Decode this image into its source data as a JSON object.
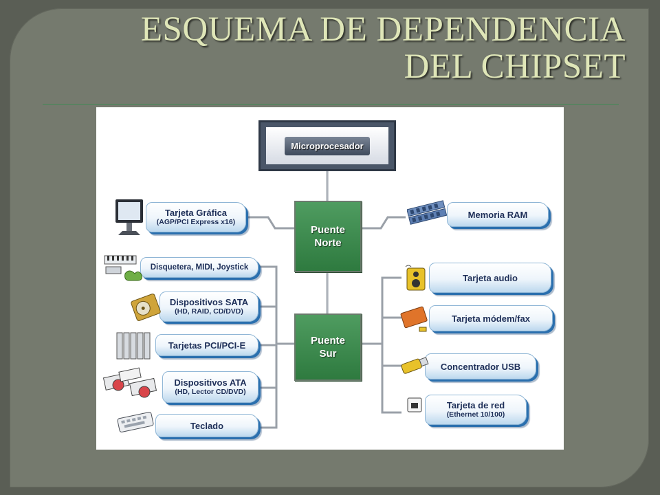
{
  "slide": {
    "title_line1": "ESQUEMA DE DEPENDENCIA",
    "title_line2": "DEL CHIPSET"
  },
  "diagram": {
    "cpu": "Microprocesador",
    "north_bridge": {
      "line1": "Puente",
      "line2": "Norte"
    },
    "south_bridge": {
      "line1": "Puente",
      "line2": "Sur"
    },
    "graphics": {
      "label": "Tarjeta Gráfica",
      "sub": "(AGP/PCI Express x16)"
    },
    "ram": {
      "label": "Memoria RAM"
    },
    "left_devices": [
      {
        "label": "Disquetera, MIDI, Joystick",
        "sub": ""
      },
      {
        "label": "Dispositivos SATA",
        "sub": "(HD, RAID, CD/DVD)"
      },
      {
        "label": "Tarjetas PCI/PCI-E",
        "sub": ""
      },
      {
        "label": "Dispositivos ATA",
        "sub": "(HD, Lector CD/DVD)"
      },
      {
        "label": "Teclado",
        "sub": ""
      }
    ],
    "right_devices": [
      {
        "label": "Tarjeta audio",
        "sub": ""
      },
      {
        "label": "Tarjeta módem/fax",
        "sub": ""
      },
      {
        "label": "Concentrador USB",
        "sub": ""
      },
      {
        "label": "Tarjeta de red",
        "sub": "(Ethernet 10/100)"
      }
    ],
    "icons": [
      "monitor-icon",
      "ram-module-icon",
      "keyboard-gamepad-icon",
      "hard-disk-icon",
      "pci-cards-icon",
      "optical-drives-icon",
      "keyboard-icon",
      "speaker-icon",
      "modem-icon",
      "usb-stick-icon",
      "network-card-icon"
    ],
    "colors": {
      "bridge": "#3a8a4c",
      "label_shadow": "#2a6fae",
      "label_text": "#1e2f58"
    }
  }
}
